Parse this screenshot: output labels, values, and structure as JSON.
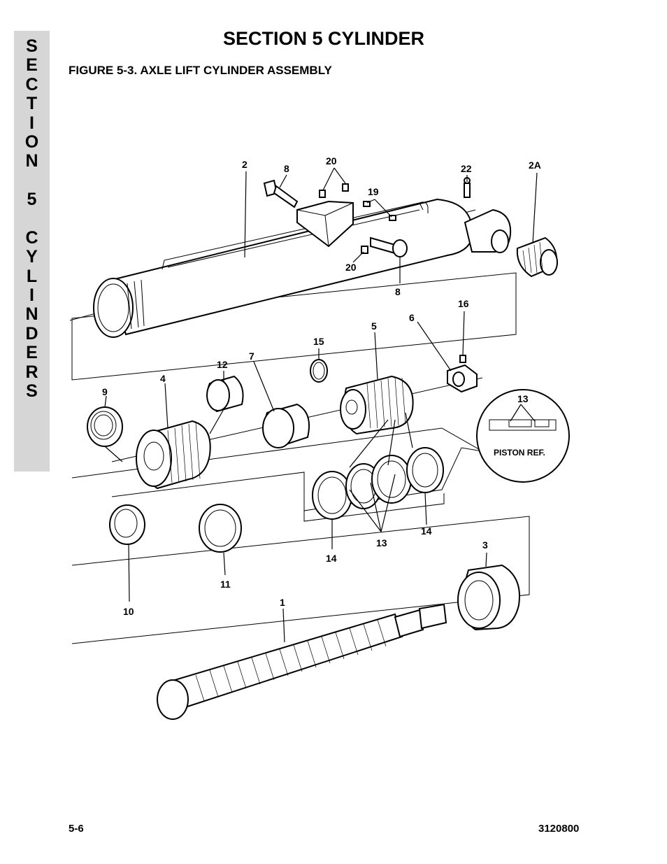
{
  "side_tab": {
    "letters": [
      "S",
      "E",
      "C",
      "T",
      "I",
      "O",
      "N",
      "",
      "5",
      "",
      "C",
      "Y",
      "L",
      "I",
      "N",
      "D",
      "E",
      "R",
      "S"
    ]
  },
  "header": {
    "section_title": "SECTION 5  CYLINDER",
    "figure_title": "FIGURE 5-3.    AXLE LIFT CYLINDER ASSEMBLY"
  },
  "figure": {
    "callouts": {
      "c2": "2",
      "c8a": "8",
      "c20a": "20",
      "c19": "19",
      "c22": "22",
      "c2A": "2A",
      "c20b": "20",
      "c8b": "8",
      "c16": "16",
      "c6": "6",
      "c5": "5",
      "c15": "15",
      "c7": "7",
      "c12": "12",
      "c4": "4",
      "c9": "9",
      "c13a": "13",
      "c14a": "14",
      "c13b": "13",
      "c14b": "14",
      "c10": "10",
      "c11": "11",
      "c3": "3",
      "c1": "1"
    },
    "detail_label": "PISTON REF."
  },
  "footer": {
    "page_number": "5-6",
    "doc_number": "3120800"
  }
}
